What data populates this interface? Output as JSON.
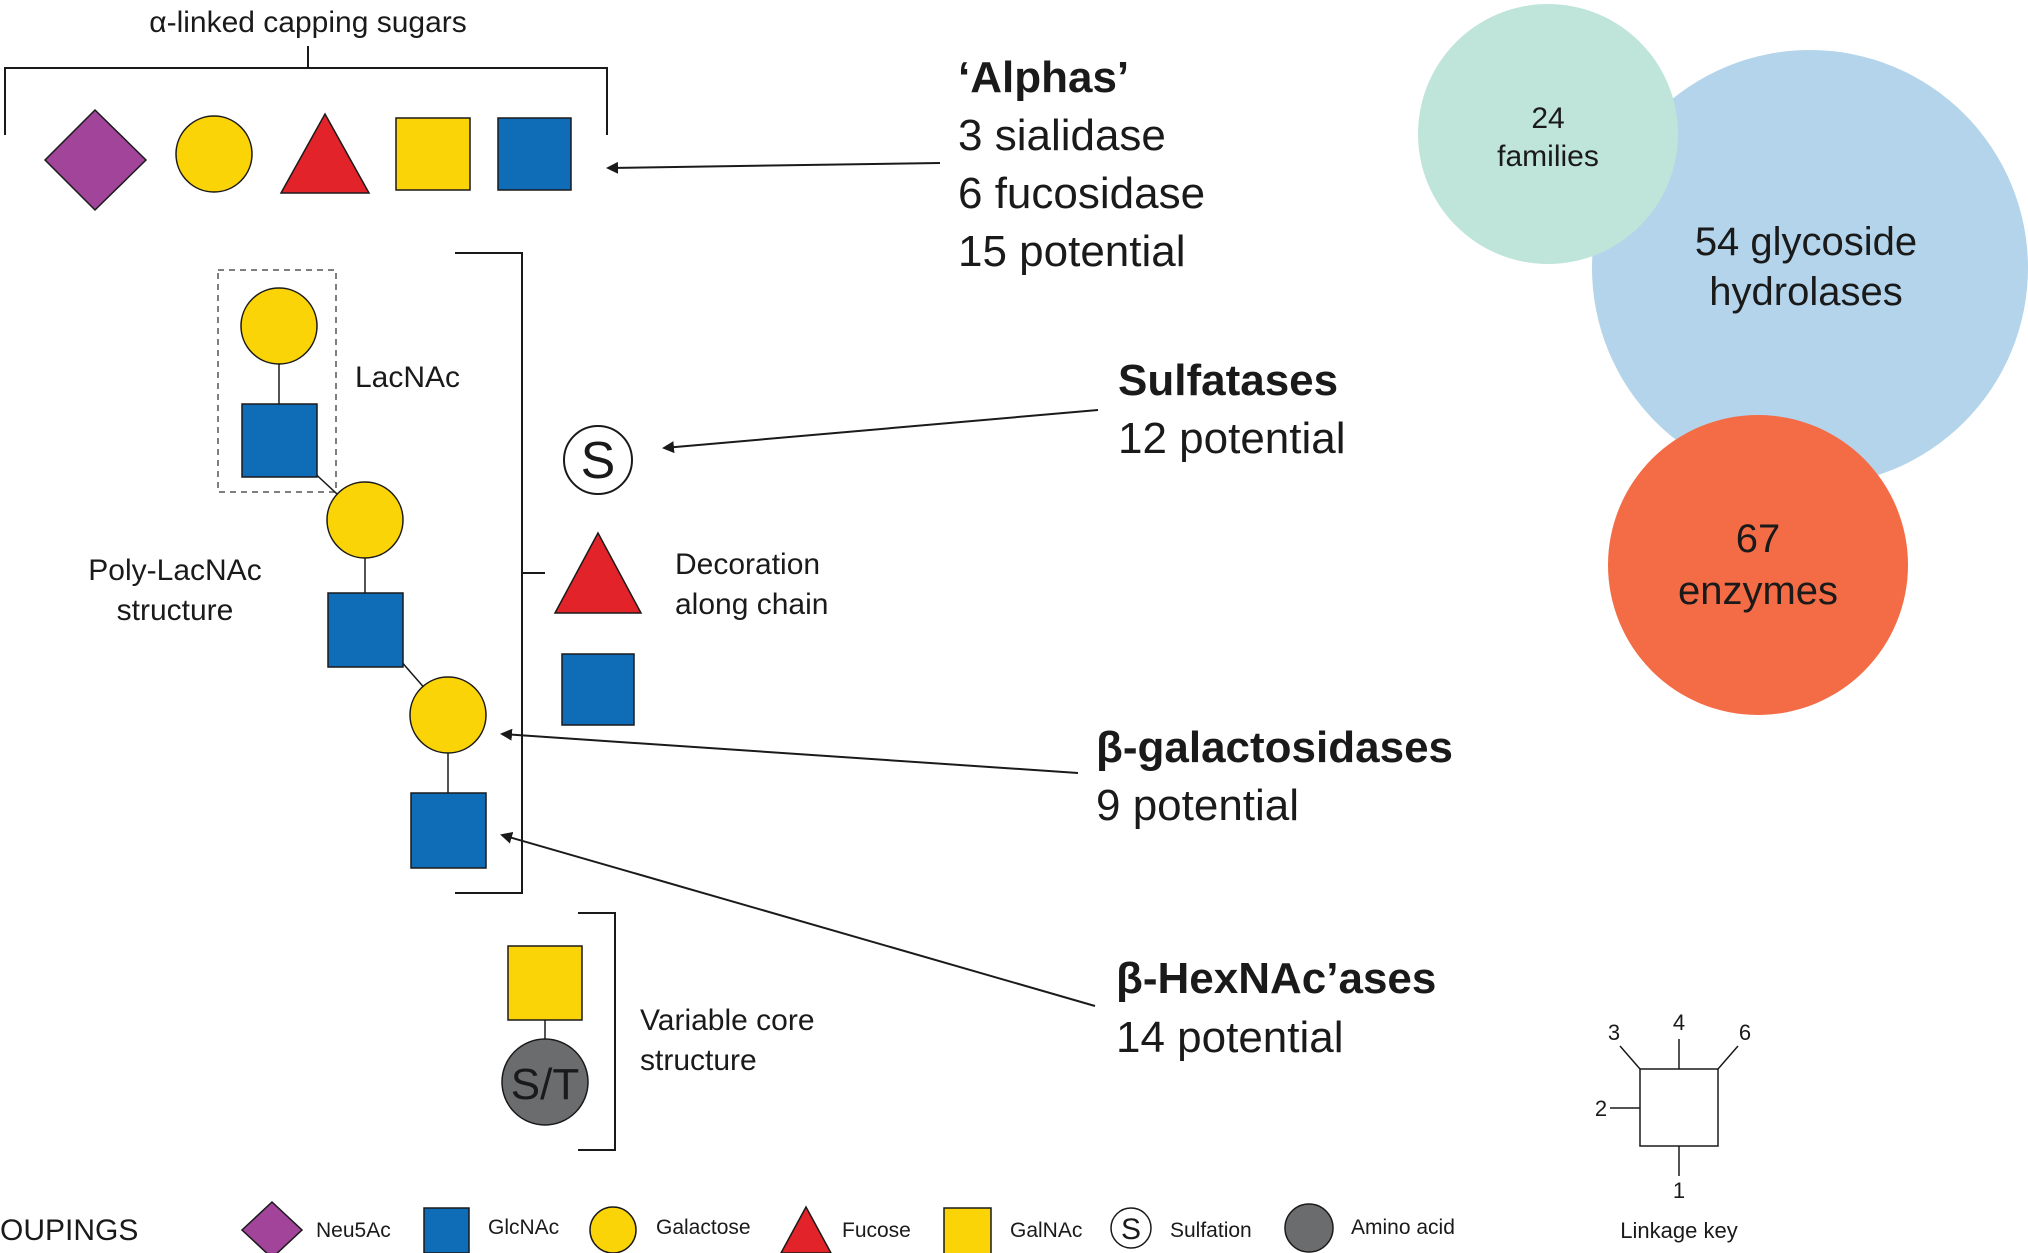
{
  "capping": {
    "title": "α-linked capping sugars"
  },
  "alphas": {
    "heading": "‘Alphas’",
    "lines": [
      "3 sialidase",
      "6 fucosidase",
      "15 potential"
    ]
  },
  "sulfatases": {
    "heading": "Sulfatases",
    "line": "12 potential",
    "symbol": "S"
  },
  "bgal": {
    "heading": "β-galactosidases",
    "line": "9 potential"
  },
  "bhex": {
    "heading": "β-HexNAc’ases",
    "line": "14 potential"
  },
  "labels": {
    "lacnac": "LacNAc",
    "poly_line1": "Poly-LacNAc",
    "poly_line2": "structure",
    "decoration_line1": "Decoration",
    "decoration_line2": "along chain",
    "core_line1": "Variable core",
    "core_line2": "structure",
    "amino_acid_symbol": "S/T"
  },
  "venn": {
    "families_count": "24",
    "families_label": "families",
    "gh_line1": "54 glycoside",
    "gh_line2": "hydrolases",
    "enzymes_count": "67",
    "enzymes_label": "enzymes",
    "colors": {
      "families": "#bfe5da",
      "glycoside_hydrolases": "#b3d4ea",
      "enzymes": "#f36c45"
    }
  },
  "legend": {
    "title": "OUPINGS",
    "items": [
      {
        "label": "Neu5Ac",
        "icon": "purple-diamond"
      },
      {
        "label": "GlcNAc",
        "icon": "blue-square"
      },
      {
        "label": "Galactose",
        "icon": "yellow-circle"
      },
      {
        "label": "Fucose",
        "icon": "red-triangle"
      },
      {
        "label": "GalNAc",
        "icon": "yellow-square"
      },
      {
        "label": "Sulfation",
        "icon": "s-circle",
        "symbol": "S"
      },
      {
        "label": "Amino acid",
        "icon": "grey-circle"
      }
    ]
  },
  "linkage_key": {
    "title": "Linkage key",
    "positions": [
      "1",
      "2",
      "3",
      "4",
      "6"
    ]
  },
  "colors": {
    "neu5ac": "#a1449a",
    "glcnac": "#0f6db8",
    "galactose": "#fbd407",
    "fucose": "#e2232a",
    "galnac": "#fbd407",
    "amino_acid": "#6b6c6e"
  }
}
